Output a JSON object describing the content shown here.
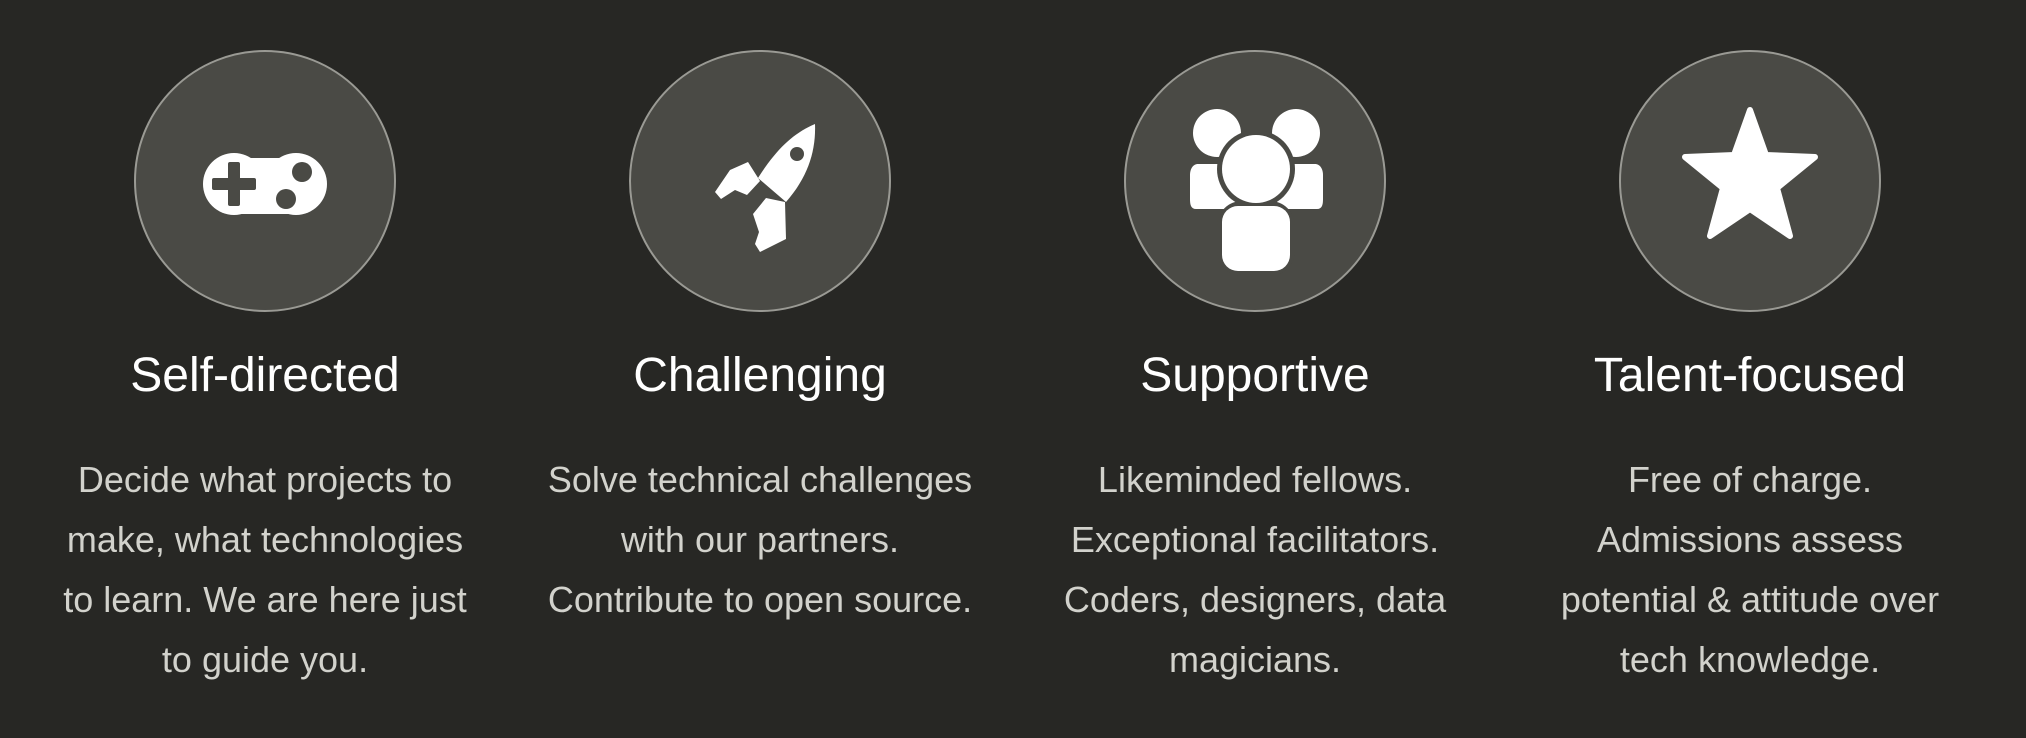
{
  "colors": {
    "background": "#272724",
    "circle_fill": "#4a4a45",
    "circle_border": "#9a9a94",
    "title": "#ffffff",
    "description": "#d2d2cc",
    "icon": "#ffffff"
  },
  "features": [
    {
      "icon": "gamepad-icon",
      "title": "Self-directed",
      "description": "Decide what projects to make, what technologies to learn. We are here just to guide you."
    },
    {
      "icon": "rocket-icon",
      "title": "Challenging",
      "description": "Solve technical challenges with our partners. Contribute to open source."
    },
    {
      "icon": "users-icon",
      "title": "Supportive",
      "description": "Likeminded fellows. Exceptional facilitators. Coders, designers, data magicians."
    },
    {
      "icon": "star-icon",
      "title": "Talent-focused",
      "description": "Free of charge. Admissions assess potential & attitude over tech knowledge."
    }
  ]
}
